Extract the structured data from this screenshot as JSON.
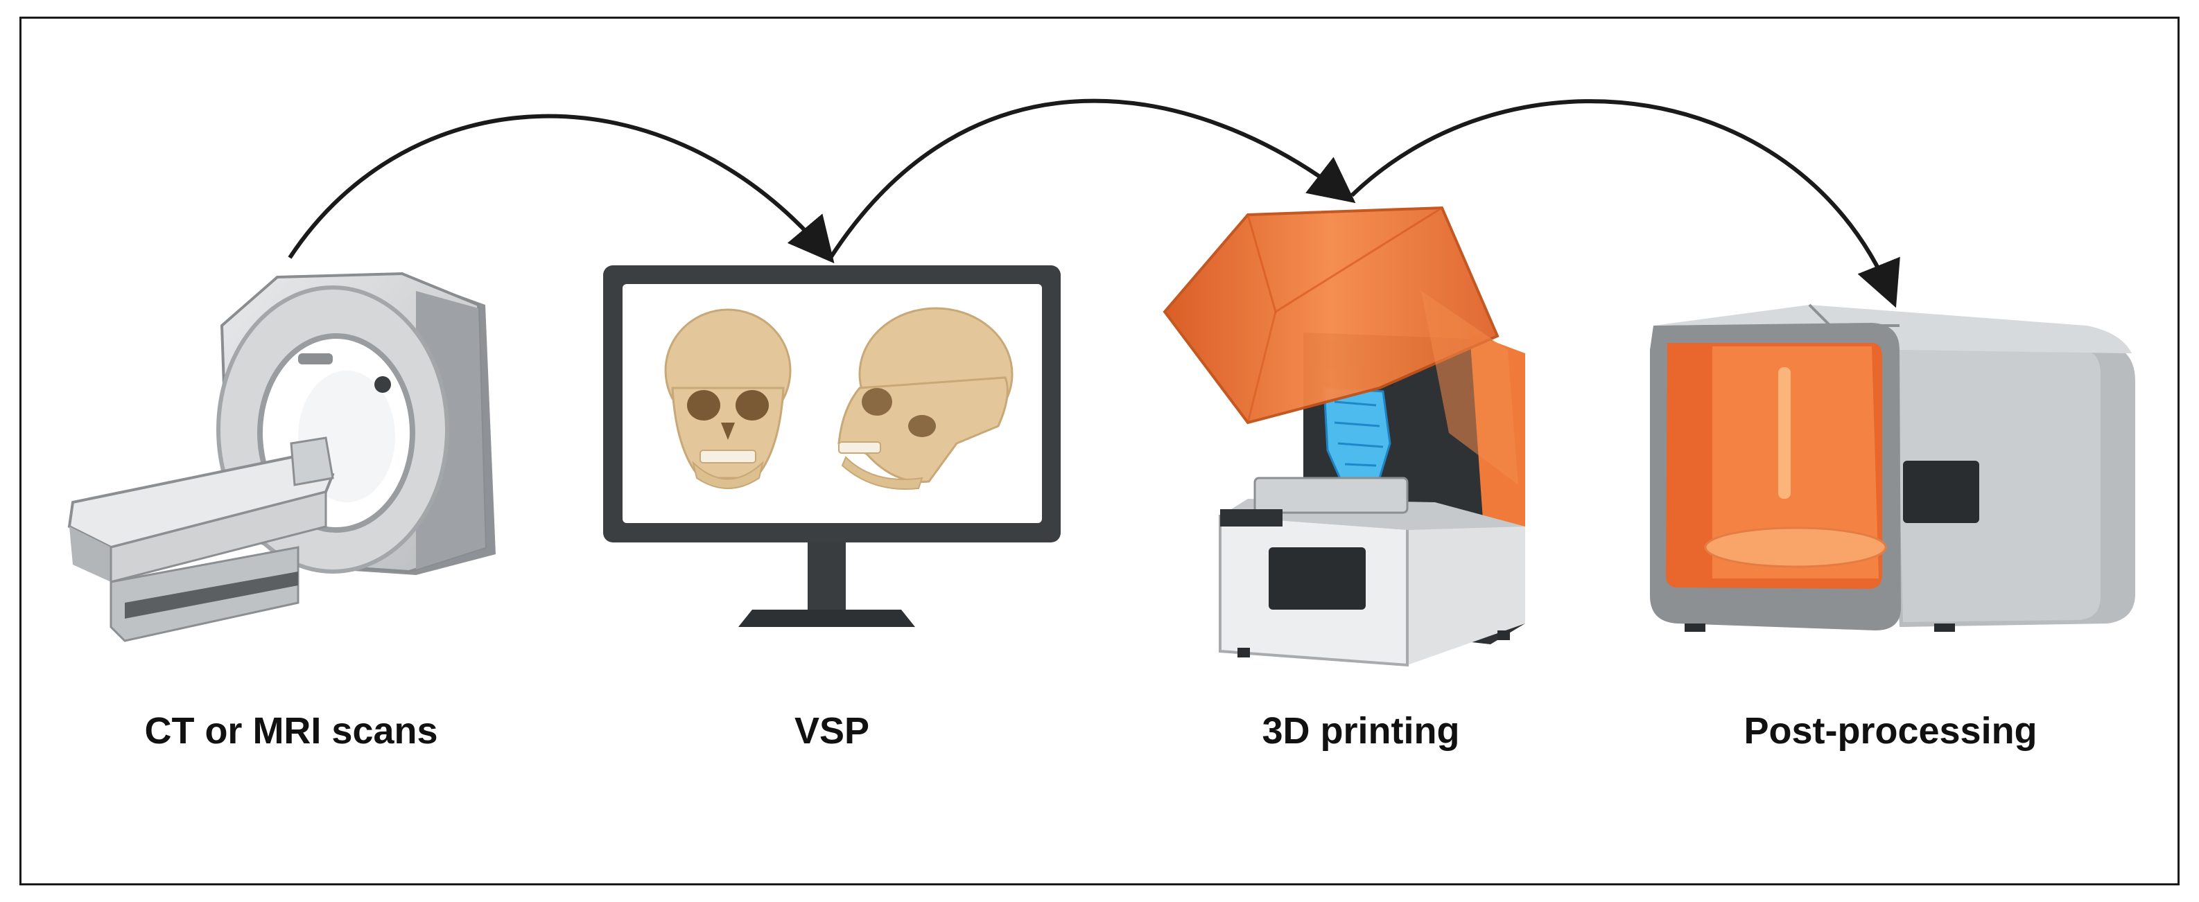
{
  "workflow": {
    "steps": [
      {
        "label": "CT or MRI scans",
        "icon": "ct-mri-scanner-icon"
      },
      {
        "label": "VSP",
        "icon": "monitor-with-skulls-icon"
      },
      {
        "label": "3D printing",
        "icon": "resin-3d-printer-icon"
      },
      {
        "label": "Post-processing",
        "icon": "uv-curing-chamber-icon"
      }
    ],
    "connectors": "curved-arrow-icon"
  },
  "colors": {
    "arrow": "#1a1a1a",
    "printer_orange": "#f07a3a",
    "bone": "#e3c79a",
    "resin_blue": "#4fc3f7",
    "device_grey": "#c9cdd0",
    "dark_grey": "#3c3f42"
  }
}
